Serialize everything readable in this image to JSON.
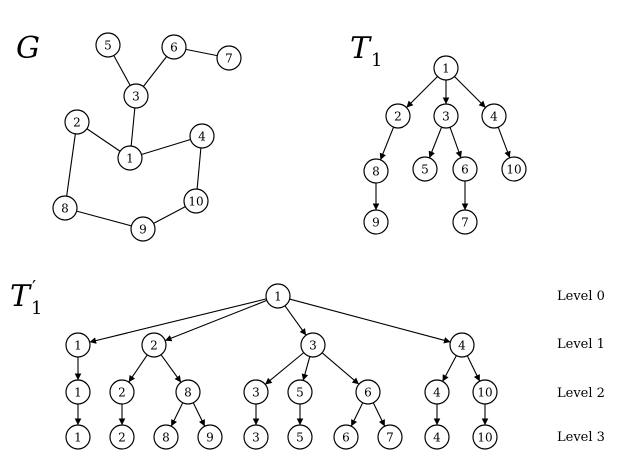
{
  "graph_g": {
    "title": "G",
    "nodes": [
      "5",
      "6",
      "7",
      "3",
      "2",
      "1",
      "4",
      "8",
      "9",
      "10"
    ],
    "edges": [
      [
        "5",
        "3"
      ],
      [
        "6",
        "3"
      ],
      [
        "6",
        "7"
      ],
      [
        "3",
        "1"
      ],
      [
        "2",
        "1"
      ],
      [
        "1",
        "4"
      ],
      [
        "2",
        "8"
      ],
      [
        "4",
        "10"
      ],
      [
        "8",
        "9"
      ],
      [
        "9",
        "10"
      ]
    ]
  },
  "tree_t1": {
    "title_letter": "T",
    "title_sub": "1",
    "nodes": [
      "1",
      "2",
      "3",
      "4",
      "8",
      "5",
      "6",
      "10",
      "9",
      "7"
    ],
    "edges": [
      [
        "1",
        "2"
      ],
      [
        "1",
        "3"
      ],
      [
        "1",
        "4"
      ],
      [
        "2",
        "8"
      ],
      [
        "3",
        "5"
      ],
      [
        "3",
        "6"
      ],
      [
        "4",
        "10"
      ],
      [
        "8",
        "9"
      ],
      [
        "6",
        "7"
      ]
    ]
  },
  "tree_t1_prime": {
    "title_letter": "T",
    "title_prime": "′",
    "title_sub": "1",
    "levels": [
      {
        "label": "Level 0",
        "nodes": [
          "1"
        ]
      },
      {
        "label": "Level 1",
        "nodes": [
          "1",
          "2",
          "3",
          "4"
        ]
      },
      {
        "label": "Level 2",
        "nodes": [
          "1",
          "2",
          "8",
          "3",
          "5",
          "6",
          "4",
          "10"
        ]
      },
      {
        "label": "Level 3",
        "nodes": [
          "1",
          "2",
          "8",
          "9",
          "3",
          "5",
          "6",
          "7",
          "4",
          "10"
        ]
      }
    ]
  }
}
